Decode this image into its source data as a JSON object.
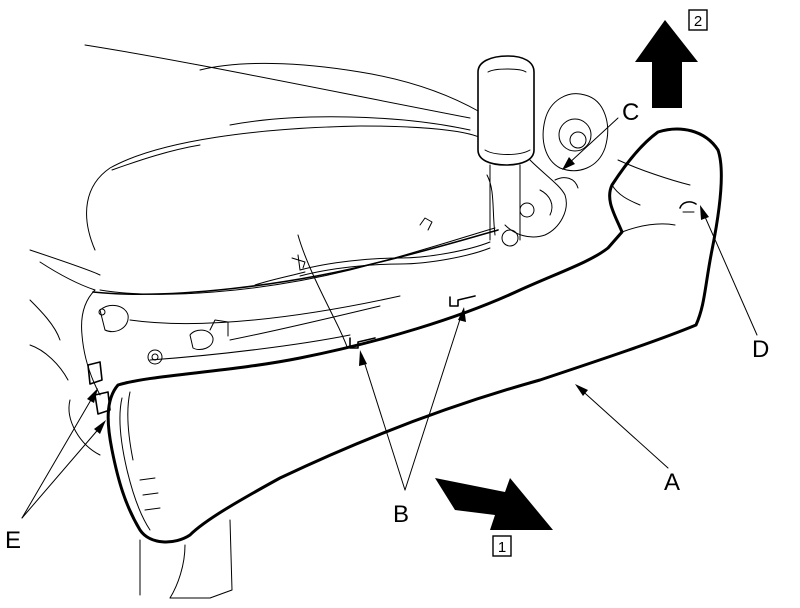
{
  "labels": {
    "A": "A",
    "B": "B",
    "C": "C",
    "D": "D",
    "E": "E"
  },
  "steps": {
    "step1": "1",
    "step2": "2"
  },
  "colors": {
    "line": "#000000",
    "background": "#ffffff"
  }
}
